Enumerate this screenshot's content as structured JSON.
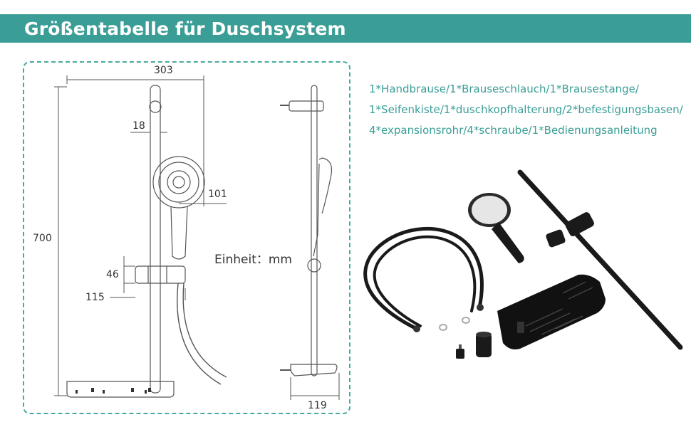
{
  "header": {
    "title": "Größentabelle für Duschsystem"
  },
  "drawing": {
    "dimensions": {
      "width_total": "303",
      "bar_offset": "18",
      "head_diameter": "101",
      "height_total": "700",
      "holder_height": "46",
      "holder_width": "115",
      "depth": "119"
    },
    "unit_label": "Einheit：mm"
  },
  "contents": {
    "lines": [
      "1*Handbrause/1*Brauseschlauch/1*Brausestange/",
      "1*Seifenkiste/1*duschkopfhalterung/2*befestigungsbasen/",
      "4*expansionsrohr/4*schraube/1*Bedienungsanleitung"
    ]
  },
  "colors": {
    "accent": "#3a9e96",
    "frame": "#48a9a1",
    "product": "#1a1a1a"
  }
}
